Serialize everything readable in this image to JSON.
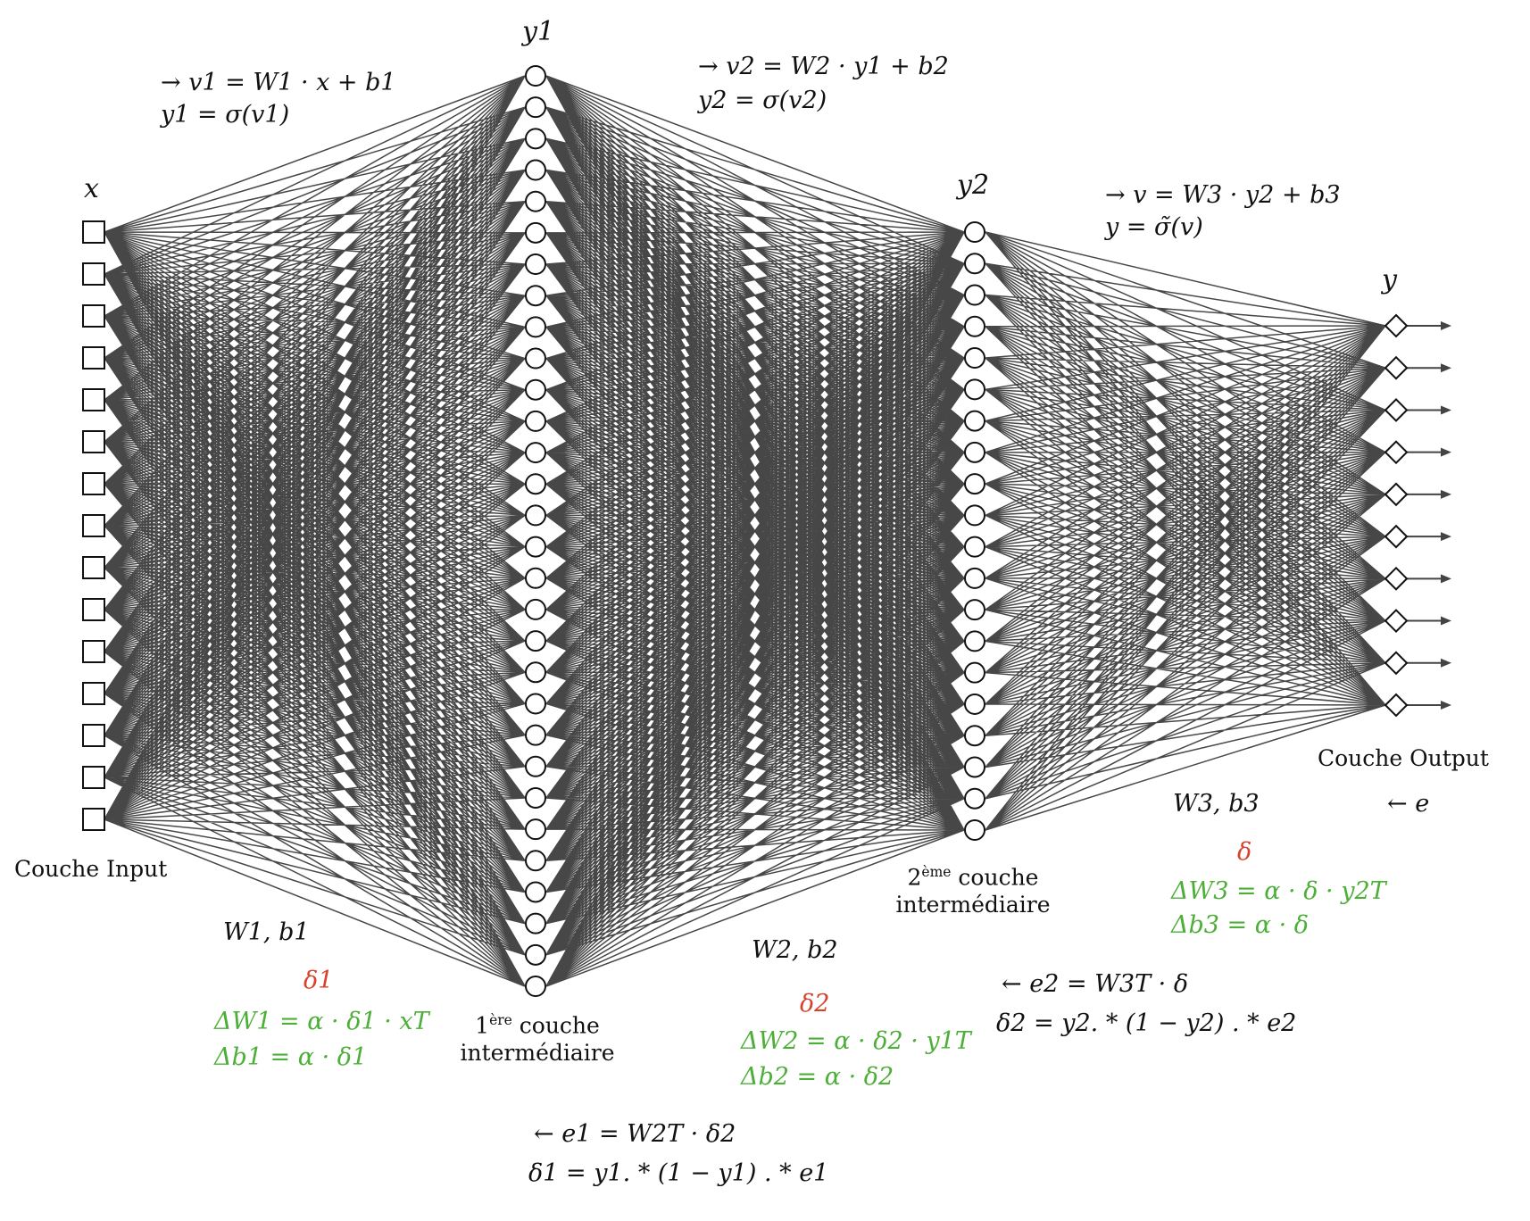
{
  "layers": {
    "input": {
      "symbol": "x",
      "caption": "Couche Input",
      "neurons": 15,
      "shape": "square"
    },
    "hidden1": {
      "symbol": "y1",
      "caption_sup": "ère",
      "caption_num": "1",
      "caption_line1": "couche",
      "caption_line2": "intermédiaire",
      "neurons": 30,
      "shape": "circle"
    },
    "hidden2": {
      "symbol": "y2",
      "caption_sup": "ème",
      "caption_num": "2",
      "caption_line1": "couche",
      "caption_line2": "intermédiaire",
      "neurons": 20,
      "shape": "circle"
    },
    "output": {
      "symbol": "y",
      "caption": "Couche Output",
      "neurons": 10,
      "shape": "diamond"
    }
  },
  "forward": {
    "l1_line1": "→ v1 = W1 · x + b1",
    "l1_line2": "y1 = σ(v1)",
    "l2_line1": "→ v2 = W2 · y1 + b2",
    "l2_line2": "y2 = σ(v2)",
    "l3_line1": "→ v = W3 · y2 + b3",
    "l3_line2": "y = σ̃(v)"
  },
  "params": {
    "w1b1": "W1, b1",
    "w2b2": "W2, b2",
    "w3b3": "W3, b3"
  },
  "deltas": {
    "delta1": "δ1",
    "delta2": "δ2",
    "delta": "δ"
  },
  "updates": {
    "dW1": "ΔW1 = α · δ1 · xT",
    "db1": "Δb1 = α · δ1",
    "dW2": "ΔW2 = α · δ2 · y1T",
    "db2": "Δb2 = α · δ2",
    "dW3": "ΔW3 = α · δ · y2T",
    "db3": "Δb3 = α · δ"
  },
  "backprop": {
    "e": "← e",
    "e2": "← e2 = W3T · δ",
    "d2": "δ2 = y2. * (1 − y2) . * e2",
    "e1": "← e1 = W2T · δ2",
    "d1": "δ1 = y1. * (1 − y1) . * e1"
  },
  "colors": {
    "edges": "#000000",
    "delta": "#d8412b",
    "update": "#4caf37"
  }
}
